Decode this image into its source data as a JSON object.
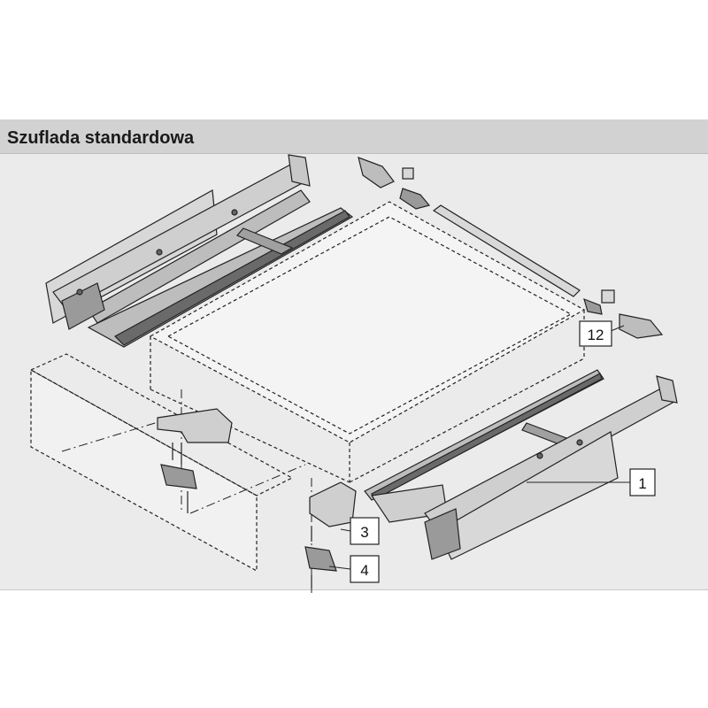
{
  "header": {
    "title": "Szuflada standardowa"
  },
  "callouts": [
    {
      "id": "callout-12",
      "label": "12"
    },
    {
      "id": "callout-1",
      "label": "1"
    },
    {
      "id": "callout-3",
      "label": "3"
    },
    {
      "id": "callout-4",
      "label": "4"
    }
  ],
  "colors": {
    "panel": "#ebebeb",
    "title_bar": "#d2d2d2",
    "line": "#222222",
    "metal": "#d8d8d8",
    "dark_metal": "#6a6a6a"
  }
}
